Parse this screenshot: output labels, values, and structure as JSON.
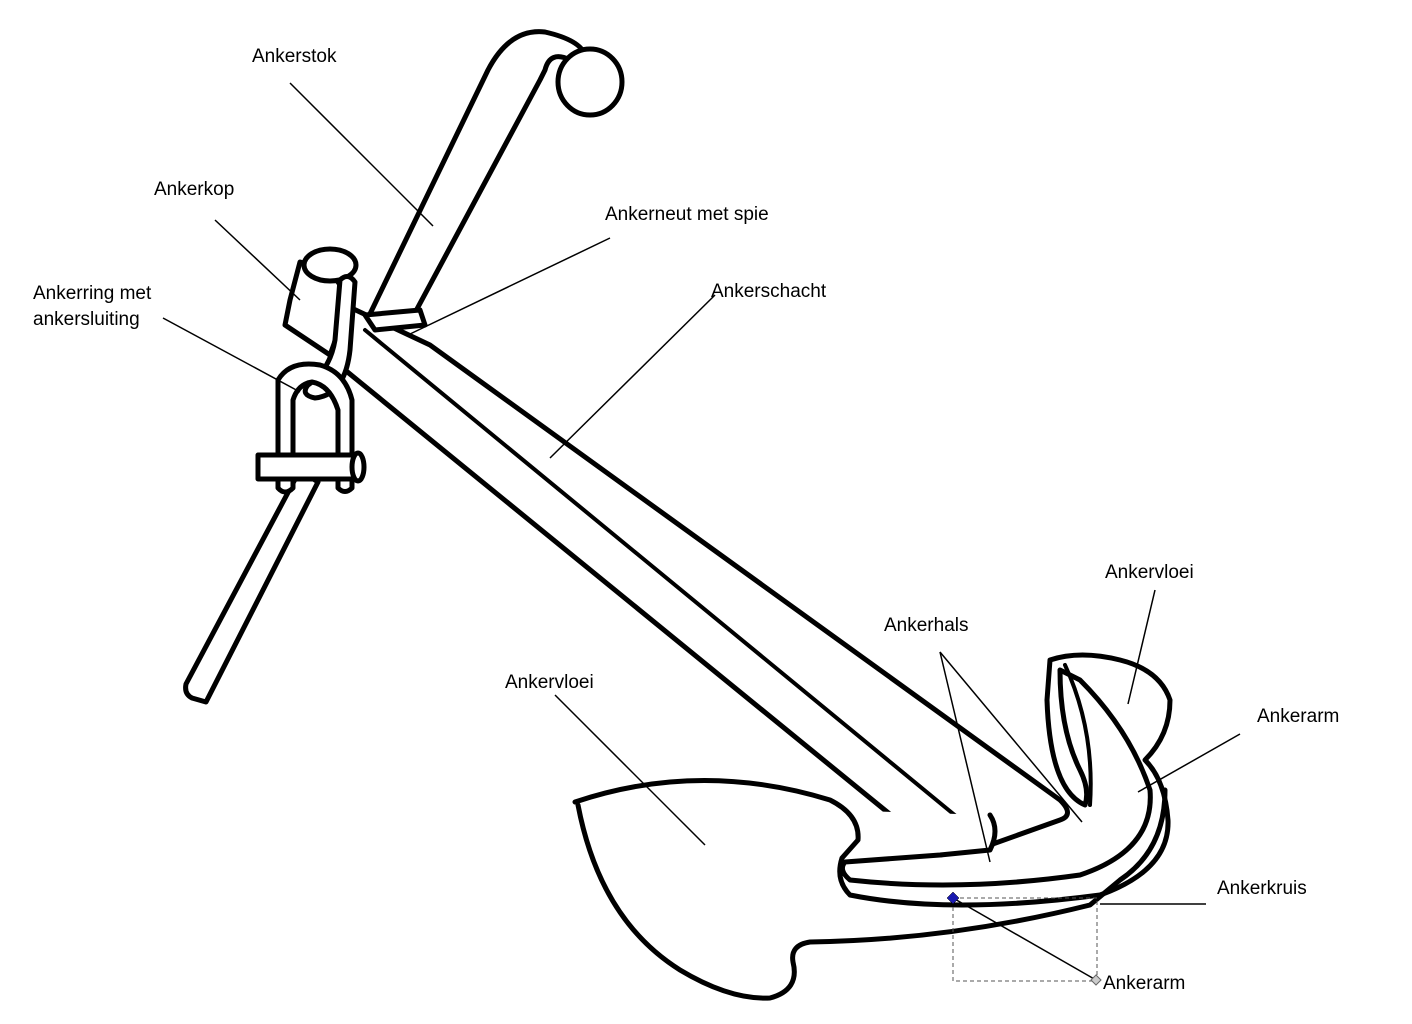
{
  "labels": {
    "ankerstok": "Ankerstok",
    "ankerkop": "Ankerkop",
    "ankerring_line1": "Ankerring met",
    "ankerring_line2": "ankersluiting",
    "ankerneut": "Ankerneut met spie",
    "ankerschacht": "Ankerschacht",
    "ankervloei_right": "Ankervloei",
    "ankerhals": "Ankerhals",
    "ankervloei_left": "Ankervloei",
    "ankerarm_right": "Ankerarm",
    "ankerkruis": "Ankerkruis",
    "ankerarm_bottom": "Ankerarm"
  },
  "colors": {
    "stroke": "#000000",
    "handle": "#1a1ab0",
    "selection": "#555555"
  }
}
